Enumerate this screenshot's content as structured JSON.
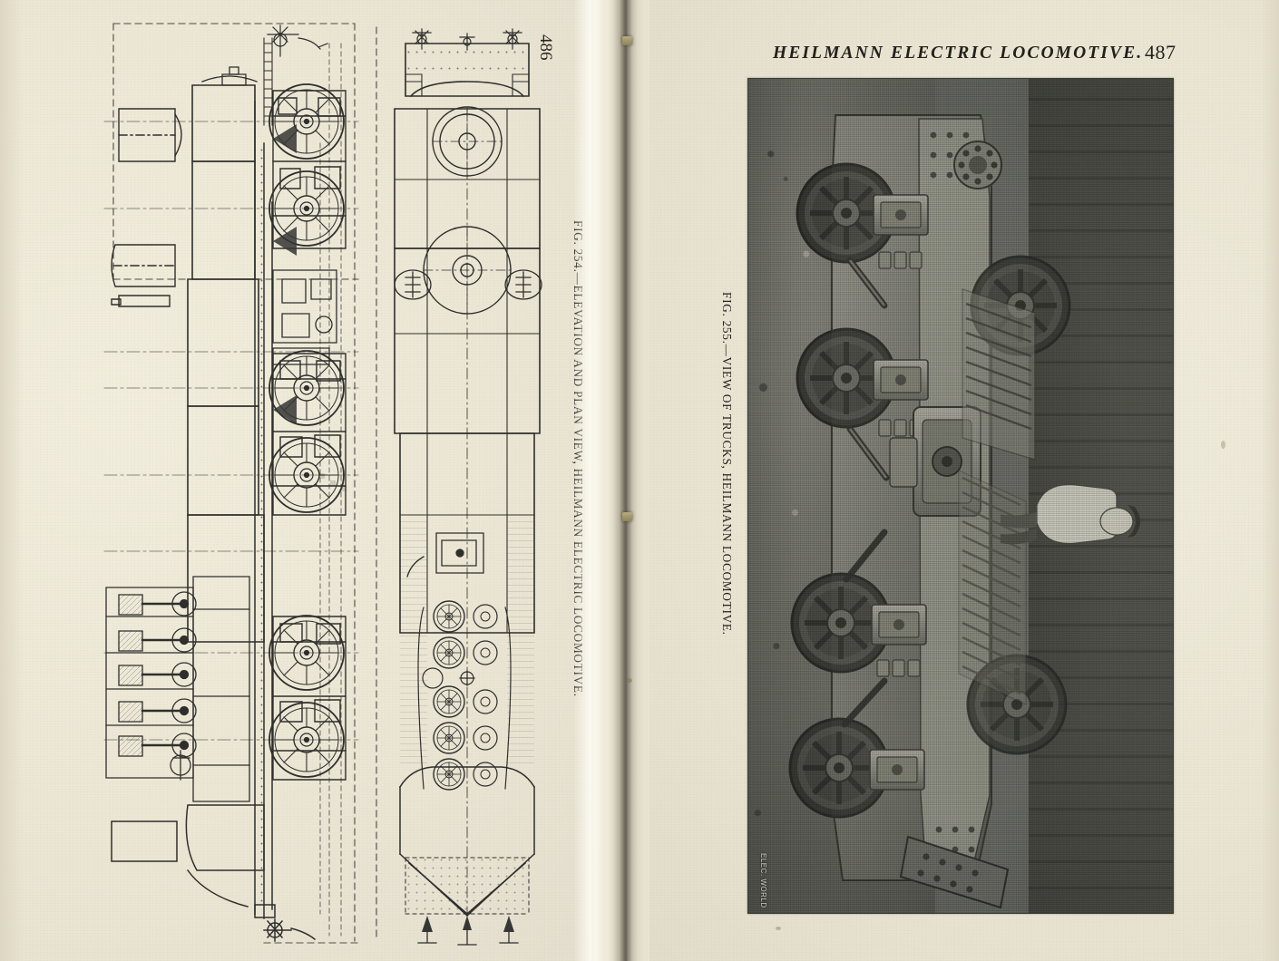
{
  "document": {
    "type": "scanned-book-spread",
    "paper_color": "#ebe6d4",
    "ink_color": "#23221d"
  },
  "left_page": {
    "folio": "486",
    "figure": {
      "number": "FIG. 254.",
      "dash": "—",
      "caption_full": "FIG. 254.—ELEVATION AND PLAN VIEW, HEILMANN ELECTRIC LOCOMOTIVE.",
      "caption_parts": {
        "label": "FIG. 254.—",
        "text": "ELEVATION AND PLAN VIEW, HEILMANN ELECTRIC LOCOMOTIVE."
      },
      "orientation": "rotated-90-clockwise",
      "medium": "line engraving / technical drawing",
      "views": [
        "side elevation",
        "plan view"
      ]
    }
  },
  "right_page": {
    "folio": "487",
    "running_head": "HEILMANN ELECTRIC LOCOMOTIVE.",
    "figure": {
      "number": "FIG. 255.",
      "caption_full": "FIG. 255.—VIEW OF TRUCKS, HEILMANN LOCOMOTIVE.",
      "caption_parts": {
        "label": "FIG. 255.—",
        "text": "VIEW OF TRUCKS, HEILMANN LOCOMOTIVE."
      },
      "orientation": "rotated-90-clockwise",
      "medium": "halftone photograph",
      "credit": "ELEC. WORLD"
    }
  },
  "binding": {
    "staple_count": 2,
    "position": "center gutter"
  }
}
